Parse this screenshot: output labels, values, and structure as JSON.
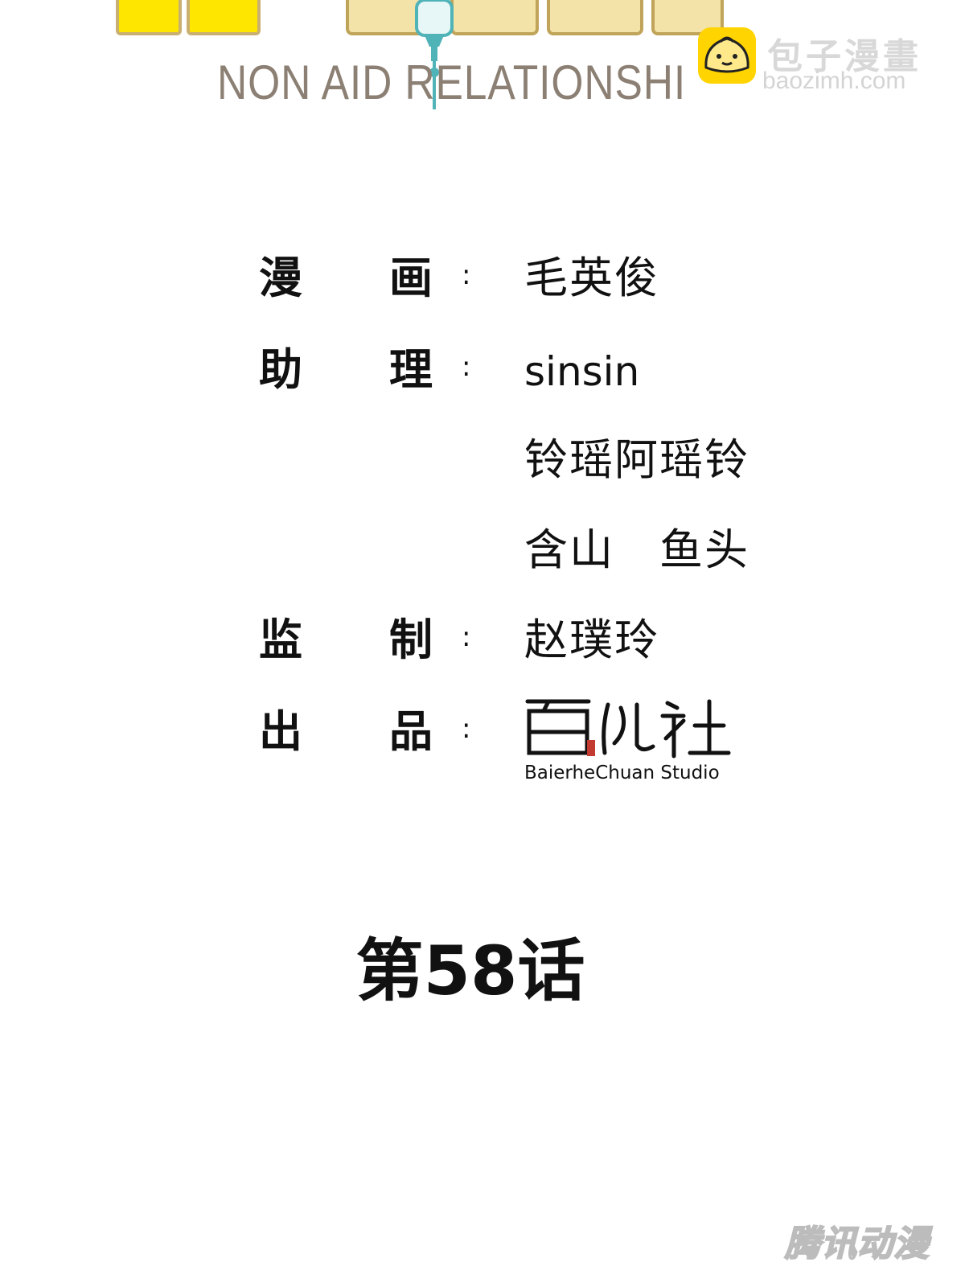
{
  "header": {
    "subtitle": "NON-AID RELATIONSHIP",
    "subtitle_visible": "NON AID RELATIONSHI"
  },
  "watermark_top": {
    "site_name": "包子漫畫",
    "url": "baozimh.com",
    "icon": "steamed-bun-icon"
  },
  "credits": [
    {
      "role_char1": "漫",
      "role_char2": "画",
      "colon": ":",
      "names": [
        "毛英俊"
      ]
    },
    {
      "role_char1": "助",
      "role_char2": "理",
      "colon": ":",
      "names": [
        "sinsin",
        "铃瑶阿瑶铃",
        "含山　鱼头"
      ]
    },
    {
      "role_char1": "监",
      "role_char2": "制",
      "colon": ":",
      "names": [
        "赵璞玲"
      ]
    },
    {
      "role_char1": "出",
      "role_char2": "品",
      "colon": ":",
      "names": []
    }
  ],
  "studio": {
    "name_en": "BaierheChuan Studio",
    "logo_icon": "baierhechuan-logo"
  },
  "chapter": {
    "label": "第58话"
  },
  "watermark_bottom": {
    "text": "腾讯动漫"
  },
  "colors": {
    "title_yellow": "#ffe600",
    "title_gold": "#c0a45a",
    "subtitle_gray": "#8c8074",
    "text": "#111111",
    "watermark_gray": "#d8d8d8"
  }
}
